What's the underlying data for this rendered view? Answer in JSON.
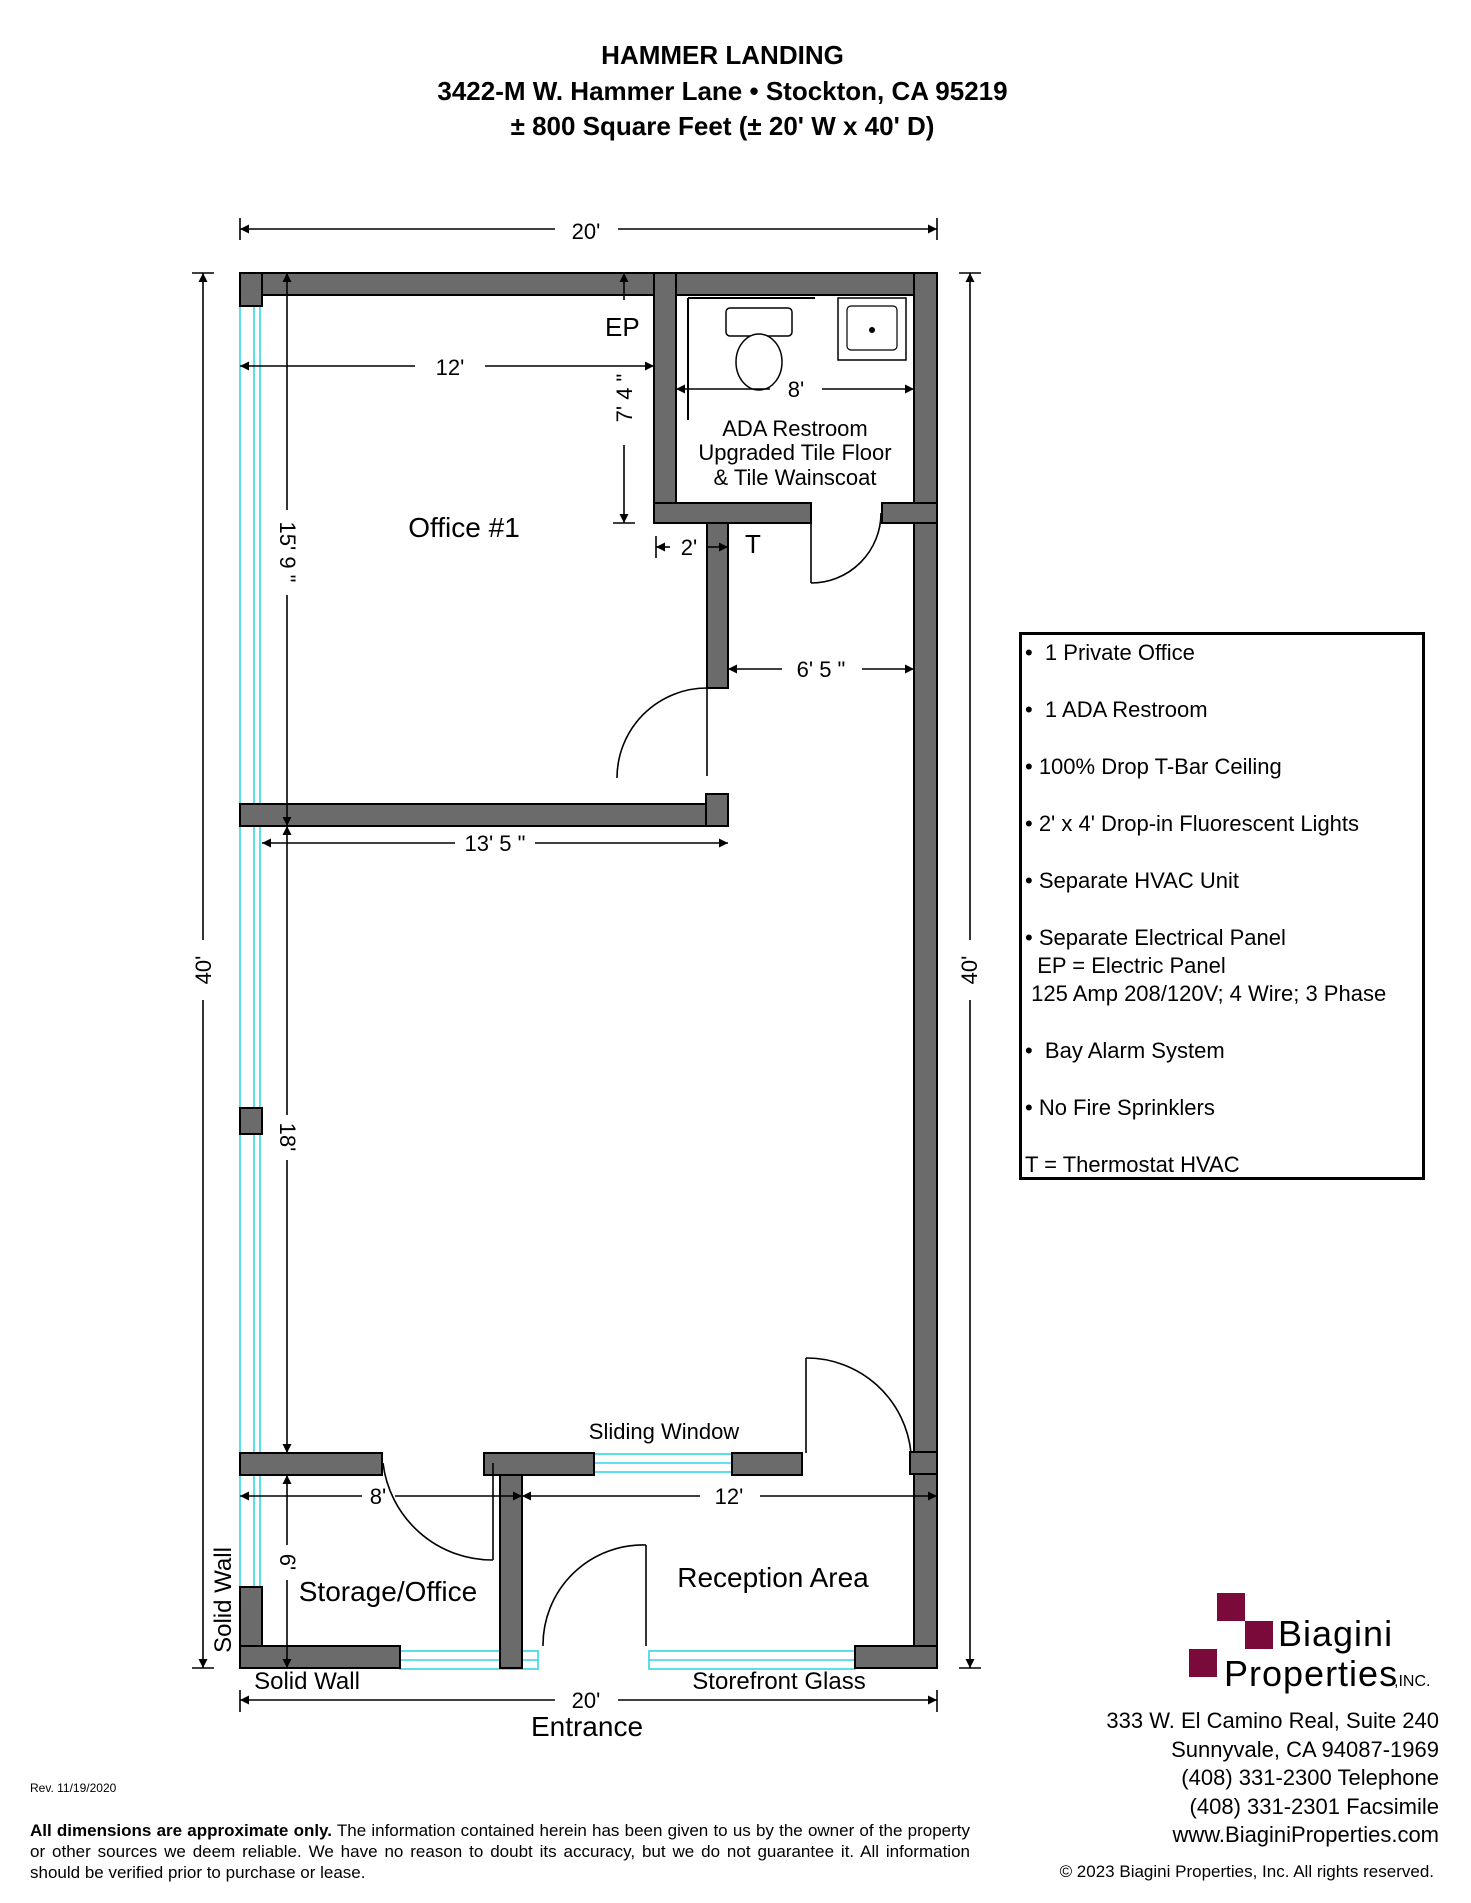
{
  "header": {
    "title": "HAMMER LANDING",
    "address": "3422-M W. Hammer Lane • Stockton, CA 95219",
    "size": "± 800 Square Feet (± 20' W x 40' D)"
  },
  "plan": {
    "dims": {
      "width_top": "20'",
      "depth_left": "40'",
      "depth_right": "40'",
      "office_width": "12'",
      "ep_depth": "7' 4 \"",
      "restroom_width": "8'",
      "office_depth": "15' 9 \"",
      "jamb": "2'",
      "corridor": "6' 5 \"",
      "office_wall": "13' 5 \"",
      "open_depth": "18'",
      "storage_width": "8'",
      "reception_width": "12'",
      "storage_depth": "6'",
      "width_bottom": "20'"
    },
    "labels": {
      "ep": "EP",
      "thermostat": "T",
      "restroom_1": "ADA Restroom",
      "restroom_2": "Upgraded Tile Floor",
      "restroom_3": "& Tile Wainscoat",
      "office": "Office #1",
      "sliding_window": "Sliding Window",
      "storage": "Storage/Office",
      "reception": "Reception Area",
      "solid_wall_side": "Solid Wall",
      "solid_wall_bottom": "Solid Wall",
      "storefront": "Storefront Glass",
      "entrance": "Entrance"
    },
    "colors": {
      "wall": "#6b6b6b",
      "glass": "#33d6e6",
      "logo": "#7a0a3a"
    }
  },
  "features": [
    "•  1 Private Office",
    "•  1 ADA Restroom",
    "• 100% Drop T-Bar Ceiling",
    "• 2' x 4' Drop-in Fluorescent Lights",
    "• Separate HVAC Unit",
    "• Separate Electrical Panel\n  EP = Electric Panel\n 125 Amp 208/120V; 4 Wire; 3 Phase",
    "•  Bay Alarm System",
    "• No Fire Sprinklers",
    "T = Thermostat HVAC"
  ],
  "company": {
    "logo_line1": "Biagini",
    "logo_line2": "Properties",
    "logo_suffix": ",INC.",
    "address1": "333 W. El Camino Real, Suite 240",
    "address2": "Sunnyvale, CA 94087-1969",
    "phone": "(408) 331-2300 Telephone",
    "fax": "(408) 331-2301 Facsimile",
    "website": "www.BiaginiProperties.com",
    "copyright": "© 2023 Biagini Properties, Inc.  All rights reserved."
  },
  "footer": {
    "revision": "Rev. 11/19/2020",
    "disclaimer_bold": "All dimensions are approximate only.",
    "disclaimer_text": "  The information contained herein has been given to us by the owner of the property or other sources we deem reliable. We have no reason to doubt its accuracy, but we do not guarantee it. All information should be verified prior to purchase or lease."
  }
}
